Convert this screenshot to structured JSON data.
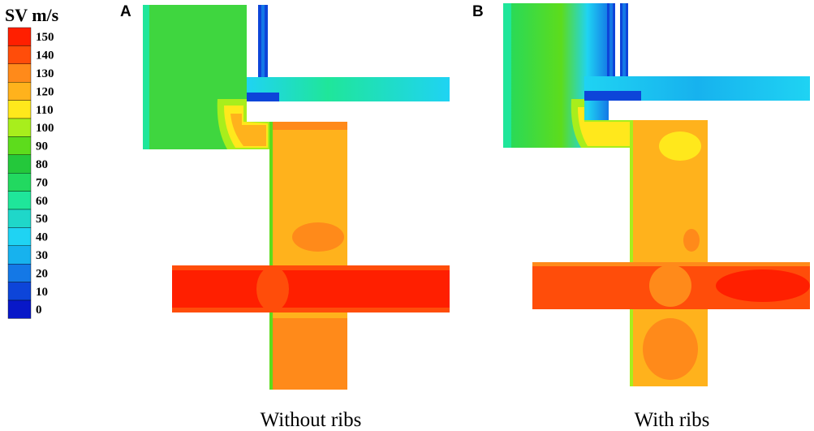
{
  "legend": {
    "title": "SV m/s",
    "ticks": [
      "150",
      "140",
      "130",
      "120",
      "110",
      "100",
      "90",
      "80",
      "70",
      "60",
      "50",
      "40",
      "30",
      "20",
      "10",
      "0"
    ],
    "colors": [
      "#ff1f00",
      "#ff4d0a",
      "#ff8a1a",
      "#ffb21c",
      "#ffe81c",
      "#a8ee1c",
      "#5ddc1c",
      "#24c83b",
      "#22d960",
      "#1fe69a",
      "#1fd7c9",
      "#1fd3f3",
      "#17b2ee",
      "#1478e6",
      "#0d45d9",
      "#0818c8"
    ]
  },
  "panels": [
    {
      "letter": "A",
      "caption": "Without ribs"
    },
    {
      "letter": "B",
      "caption": "With ribs"
    }
  ],
  "palette": {
    "red": "#ff1f00",
    "orange_red": "#ff4d0a",
    "orange": "#ff8a1a",
    "amber": "#ffb21c",
    "yellow": "#ffe81c",
    "green": "#3fd63f",
    "cyan": "#1fe0e6",
    "blue": "#0d45d9"
  }
}
